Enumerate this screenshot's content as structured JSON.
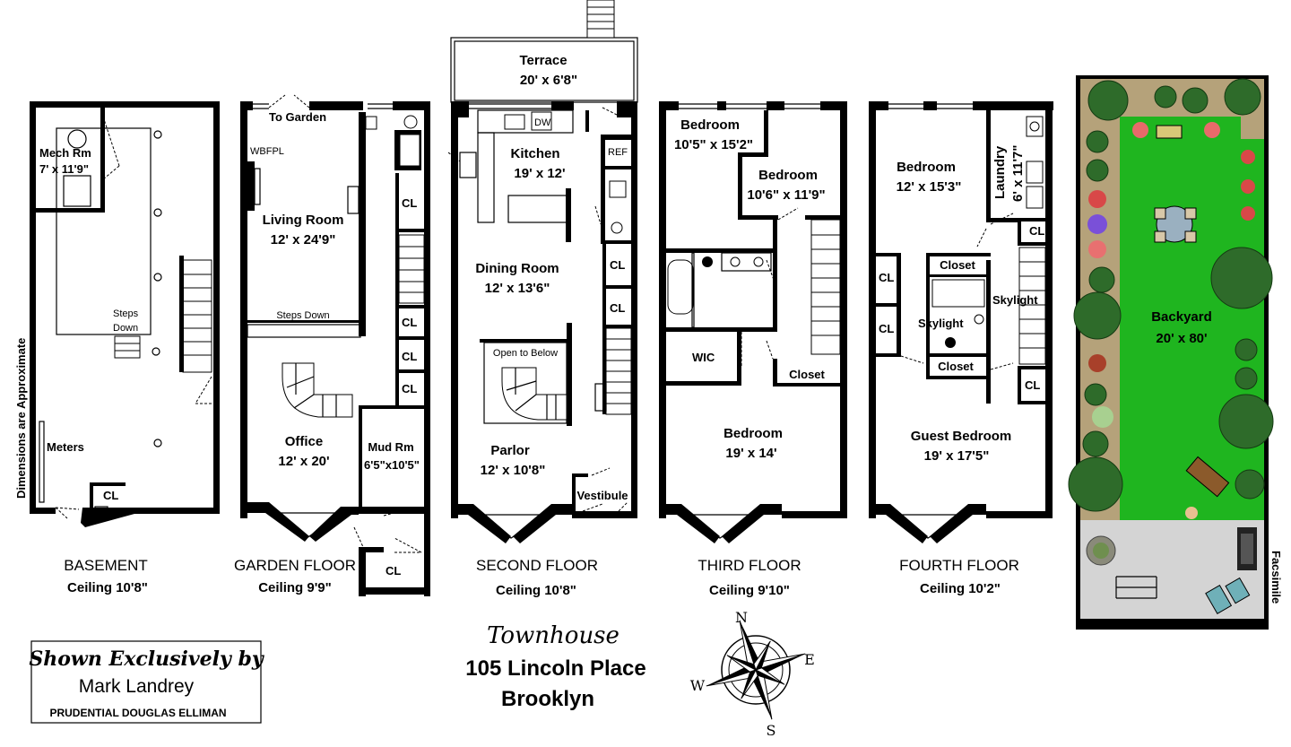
{
  "title": {
    "line1": "Townhouse",
    "line2": "105 Lincoln Place",
    "line3": "Brooklyn"
  },
  "agent": {
    "line1": "Shown Exclusively by",
    "line2": "Mark Landrey",
    "line3": "PRUDENTIAL DOUGLAS ELLIMAN"
  },
  "notes": {
    "dimensions": "Dimensions are Approximate",
    "facsimile": "Facsimile"
  },
  "compass": {
    "n": "N",
    "e": "E",
    "s": "S",
    "w": "W"
  },
  "floors": {
    "basement": {
      "name": "BASEMENT",
      "ceiling": "Ceiling 10'8\"",
      "mech_name": "Mech Rm",
      "mech_dim": "7' x 11'9\"",
      "steps1": "Steps",
      "steps2": "Down",
      "meters": "Meters",
      "cl": "CL"
    },
    "garden": {
      "name": "GARDEN FLOOR",
      "ceiling": "Ceiling 9'9\"",
      "to_garden": "To Garden",
      "wbfpl": "WBFPL",
      "living_name": "Living Room",
      "living_dim": "12' x 24'9\"",
      "steps_down": "Steps Down",
      "office_name": "Office",
      "office_dim": "12' x 20'",
      "mud_name": "Mud Rm",
      "mud_dim": "6'5\"x10'5\"",
      "cl": "CL"
    },
    "second": {
      "name": "SECOND FLOOR",
      "ceiling": "Ceiling 10'8\"",
      "terrace_name": "Terrace",
      "terrace_dim": "20' x 6'8\"",
      "dw": "DW",
      "ref": "REF",
      "kitchen_name": "Kitchen",
      "kitchen_dim": "19' x 12'",
      "dining_name": "Dining Room",
      "dining_dim": "12' x 13'6\"",
      "open_below": "Open to Below",
      "parlor_name": "Parlor",
      "parlor_dim": "12' x 10'8\"",
      "vestibule": "Vestibule",
      "cl": "CL"
    },
    "third": {
      "name": "THIRD FLOOR",
      "ceiling": "Ceiling 9'10\"",
      "bed1_name": "Bedroom",
      "bed1_dim": "10'5\" x 15'2\"",
      "bed2_name": "Bedroom",
      "bed2_dim": "10'6\" x 11'9\"",
      "wic": "WIC",
      "closet": "Closet",
      "bed3_name": "Bedroom",
      "bed3_dim": "19' x 14'"
    },
    "fourth": {
      "name": "FOURTH FLOOR",
      "ceiling": "Ceiling 10'2\"",
      "bed_name": "Bedroom",
      "bed_dim": "12' x 15'3\"",
      "laundry_name": "Laundry",
      "laundry_dim": "6' x 11'7\"",
      "closet": "Closet",
      "skylight": "Skylight",
      "guest_name": "Guest Bedroom",
      "guest_dim": "19' x 17'5\"",
      "cl": "CL"
    },
    "backyard": {
      "name": "Backyard",
      "dim": "20' x 80'"
    }
  },
  "colors": {
    "lawn": "#1fb51f",
    "patio": "#d4d4d4",
    "wall": "#000000",
    "bed_soil": "#b5a27a"
  }
}
